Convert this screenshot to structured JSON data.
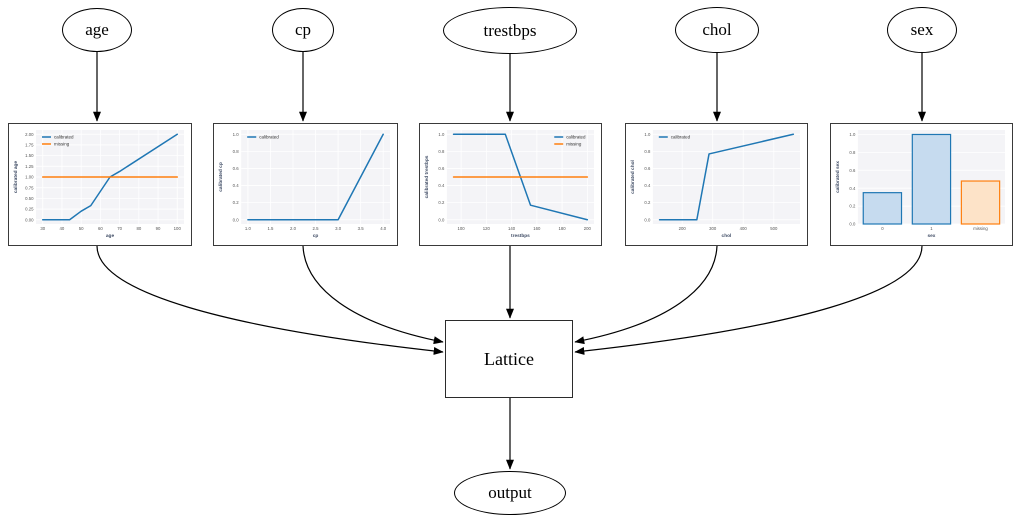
{
  "diagram": {
    "inputs": [
      {
        "label": "age"
      },
      {
        "label": "cp"
      },
      {
        "label": "trestbps"
      },
      {
        "label": "chol"
      },
      {
        "label": "sex"
      }
    ],
    "lattice_label": "Lattice",
    "output_label": "output"
  },
  "colors": {
    "calibrated_line": "#1f77b4",
    "missing_line": "#ff7f0e",
    "axes_bg": "#f4f4f7",
    "grid": "#ffffff",
    "tick_text": "#555555",
    "axis_label_text": "#3d4a63",
    "legend_text": "#333333",
    "edge": "#000000"
  },
  "chart_data": [
    {
      "type": "line",
      "xlabel": "age",
      "ylabel": "calibrated age",
      "xlim": [
        26.5,
        103.5
      ],
      "ylim": [
        -0.1,
        2.1
      ],
      "xticks": [
        30,
        40,
        50,
        60,
        70,
        80,
        90,
        100
      ],
      "xtick_labels": [
        "30",
        "40",
        "50",
        "60",
        "70",
        "80",
        "90",
        "100"
      ],
      "yticks": [
        0,
        0.25,
        0.5,
        0.75,
        1,
        1.25,
        1.5,
        1.75,
        2
      ],
      "ytick_labels": [
        "0.00",
        "0.25",
        "0.50",
        "0.75",
        "1.00",
        "1.25",
        "1.50",
        "1.75",
        "2.00"
      ],
      "legend": "upper-left",
      "grid": true,
      "series": [
        {
          "name": "calibrated",
          "color": "#1f77b4",
          "x": [
            30,
            44,
            50,
            55,
            65,
            70,
            100
          ],
          "y": [
            0,
            0,
            0.2,
            0.33,
            1.0,
            1.13,
            2.0
          ]
        },
        {
          "name": "missing",
          "color": "#ff7f0e",
          "x": [
            30,
            100
          ],
          "y": [
            1.0,
            1.0
          ]
        }
      ]
    },
    {
      "type": "line",
      "xlabel": "cp",
      "ylabel": "calibrated cp",
      "xlim": [
        0.85,
        4.15
      ],
      "ylim": [
        -0.05,
        1.05
      ],
      "xticks": [
        1,
        1.5,
        2,
        2.5,
        3,
        3.5,
        4
      ],
      "xtick_labels": [
        "1.0",
        "1.5",
        "2.0",
        "2.5",
        "3.0",
        "3.5",
        "4.0"
      ],
      "yticks": [
        0,
        0.2,
        0.4,
        0.6,
        0.8,
        1
      ],
      "ytick_labels": [
        "0.0",
        "0.2",
        "0.4",
        "0.6",
        "0.8",
        "1.0"
      ],
      "legend": "upper-left",
      "grid": true,
      "series": [
        {
          "name": "calibrated",
          "color": "#1f77b4",
          "x": [
            1,
            3,
            4
          ],
          "y": [
            0,
            0,
            1
          ]
        }
      ]
    },
    {
      "type": "line",
      "xlabel": "trestbps",
      "ylabel": "calibrated trestbps",
      "xlim": [
        88.7,
        205.3
      ],
      "ylim": [
        -0.05,
        1.05
      ],
      "xticks": [
        100,
        120,
        140,
        160,
        180,
        200
      ],
      "xtick_labels": [
        "100",
        "120",
        "140",
        "160",
        "180",
        "200"
      ],
      "yticks": [
        0,
        0.2,
        0.4,
        0.6,
        0.8,
        1
      ],
      "ytick_labels": [
        "0.0",
        "0.2",
        "0.4",
        "0.6",
        "0.8",
        "1.0"
      ],
      "legend": "upper-right",
      "grid": true,
      "series": [
        {
          "name": "calibrated",
          "color": "#1f77b4",
          "x": [
            94,
            135,
            155,
            200
          ],
          "y": [
            1.0,
            1.0,
            0.17,
            0.0
          ]
        },
        {
          "name": "missing",
          "color": "#ff7f0e",
          "x": [
            94,
            200
          ],
          "y": [
            0.5,
            0.5
          ]
        }
      ]
    },
    {
      "type": "line",
      "xlabel": "chol",
      "ylabel": "calibrated chol",
      "xlim": [
        104,
        586
      ],
      "ylim": [
        -0.05,
        1.05
      ],
      "xticks": [
        200,
        300,
        400,
        500
      ],
      "xtick_labels": [
        "200",
        "300",
        "400",
        "500"
      ],
      "yticks": [
        0,
        0.2,
        0.4,
        0.6,
        0.8,
        1
      ],
      "ytick_labels": [
        "0.0",
        "0.2",
        "0.4",
        "0.6",
        "0.8",
        "1.0"
      ],
      "legend": "upper-left",
      "grid": true,
      "series": [
        {
          "name": "calibrated",
          "color": "#1f77b4",
          "x": [
            126,
            248,
            288,
            564
          ],
          "y": [
            0,
            0,
            0.77,
            1.0
          ]
        }
      ]
    },
    {
      "type": "bar",
      "xlabel": "sex",
      "ylabel": "calibrated sex",
      "ylim": [
        0,
        1.05
      ],
      "yticks": [
        0,
        0.2,
        0.4,
        0.6,
        0.8,
        1
      ],
      "ytick_labels": [
        "0.0",
        "0.2",
        "0.4",
        "0.6",
        "0.8",
        "1.0"
      ],
      "categories": [
        "0",
        "1",
        "missing"
      ],
      "values": [
        0.35,
        1.0,
        0.48
      ],
      "bar_fills": [
        "#c6dbef",
        "#c6dbef",
        "#fde3c8"
      ],
      "bar_strokes": [
        "#1f77b4",
        "#1f77b4",
        "#ff7f0e"
      ],
      "legend": null,
      "grid": true
    }
  ]
}
